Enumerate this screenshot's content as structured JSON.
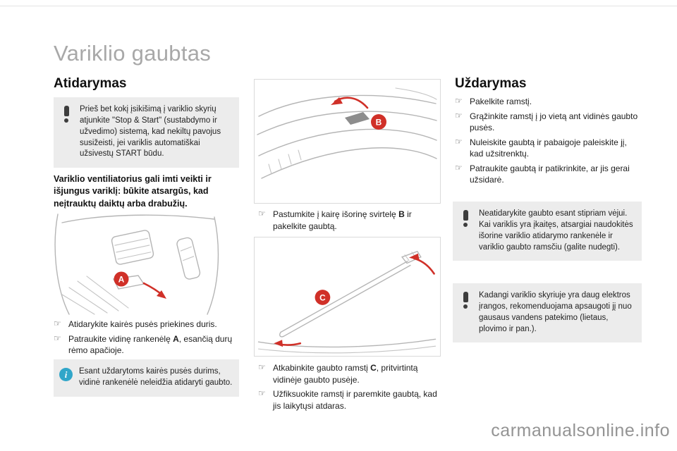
{
  "colors": {
    "accent_red": "#d03028",
    "info_blue": "#30a6c9",
    "box_gray": "#ececec",
    "title_gray": "#a8a8a8",
    "line_gray": "#b5b5b5"
  },
  "icons": {
    "warning": "!",
    "info": "i",
    "bullet": "☞"
  },
  "page": {
    "title": "Variklio gaubtas",
    "watermark": "carmanualsonline.info"
  },
  "labels": {
    "a": "A",
    "b": "B",
    "c": "C"
  },
  "opening": {
    "heading": "Atidarymas",
    "warning": "Prieš bet kokį įsikišimą į variklio skyrių atjunkite \"Stop & Start\" (sustabdymo ir užvedimo) sistemą, kad nekiltų pavojus susižeisti, jei variklis automatiškai užsivestų START būdu.",
    "fan_note": "Variklio ventiliatorius gali imti veikti ir išjungus variklį: būkite atsargūs, kad neįtrauktų daiktų arba drabužių.",
    "step1": "Atidarykite kairės pusės priekines duris.",
    "step2_pre": "Patraukite vidinę rankenėlę ",
    "step2_bold": "A",
    "step2_post": ", esančią durų rėmo apačioje.",
    "door_info": "Esant uždarytoms kairės pusės durims, vidinė rankenėlė neleidžia atidaryti gaubto."
  },
  "middle": {
    "step_b_pre": "Pastumkite į kairę išorinę svirtelę ",
    "step_b_bold": "B",
    "step_b_post": " ir pakelkite gaubtą.",
    "step_c_pre": "Atkabinkite gaubto ramstį ",
    "step_c_bold": "C",
    "step_c_post": ", pritvirtintą vidinėje gaubto pusėje.",
    "step_c2": "Užfiksuokite ramstį ir paremkite gaubtą, kad jis laikytųsi atdaras."
  },
  "closing": {
    "heading": "Uždarymas",
    "steps": [
      "Pakelkite ramstį.",
      "Grąžinkite ramstį į jo vietą ant vidinės gaubto pusės.",
      "Nuleiskite gaubtą ir pabaigoje paleiskite jį, kad užsitrenktų.",
      "Patraukite gaubtą ir patikrinkite, ar jis gerai užsidarė."
    ],
    "warning_wind_1": "Neatidarykite gaubto esant stipriam vėjui.",
    "warning_wind_2": "Kai variklis yra įkaitęs, atsargiai naudokitės išorine variklio atidarymo rankenėle ir variklio gaubto ramsčiu (galite nudegti).",
    "warning_water": "Kadangi variklio skyriuje yra daug elektros įrangos, rekomenduojama apsaugoti jį nuo gausaus vandens patekimo (lietaus, plovimo ir pan.)."
  }
}
